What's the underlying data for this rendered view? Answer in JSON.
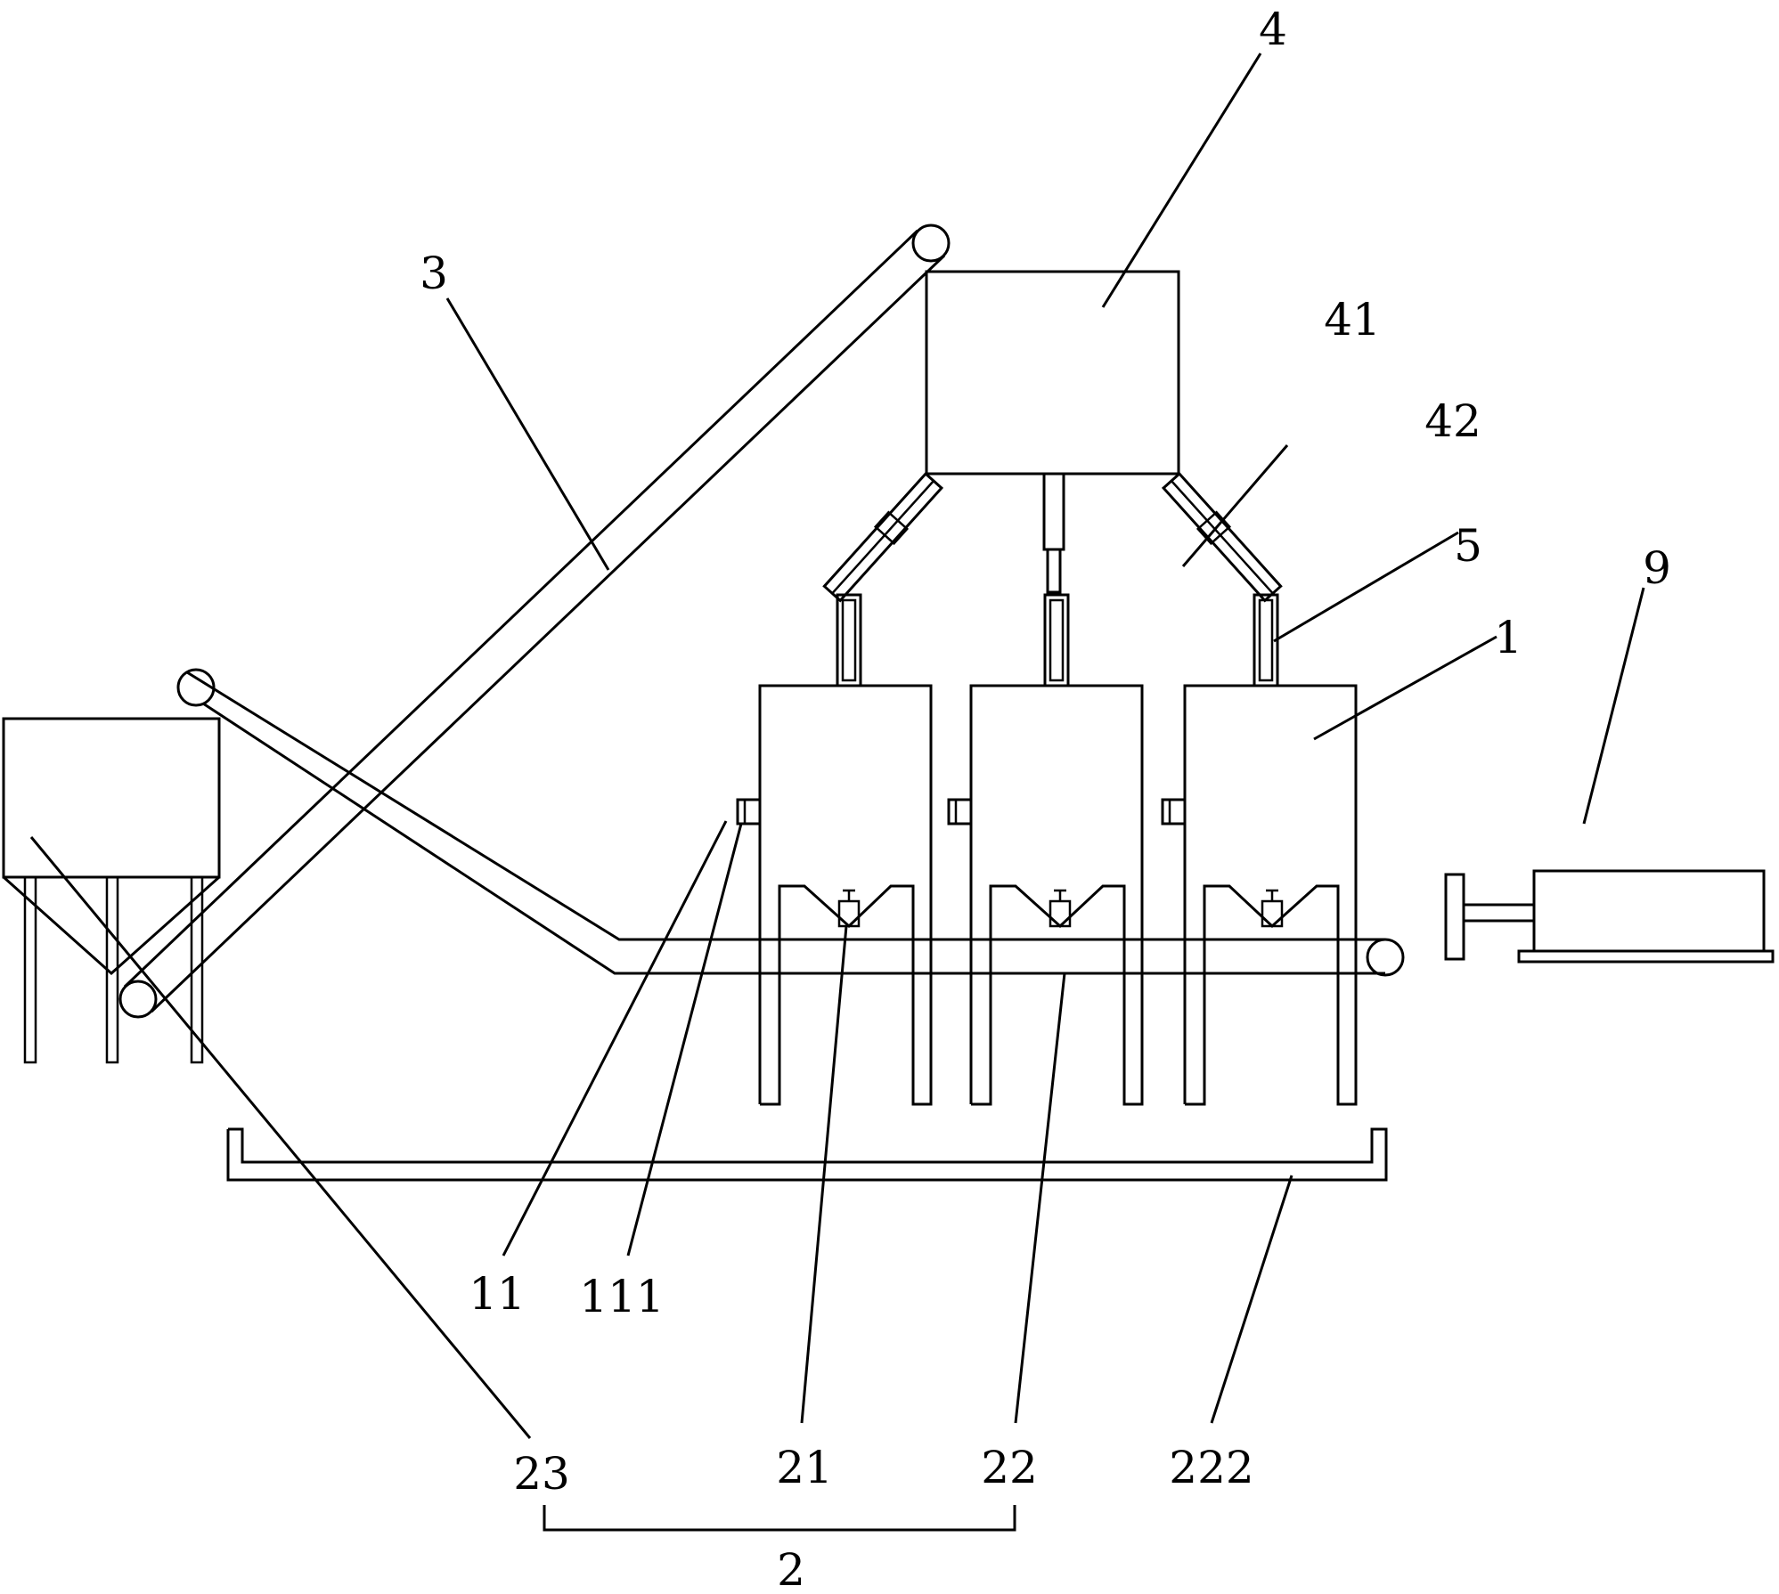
{
  "labels": {
    "l4": "4",
    "l41": "41",
    "l42": "42",
    "l3": "3",
    "l5": "5",
    "l9": "9",
    "l1": "1",
    "l11": "11",
    "l111": "111",
    "l21": "21",
    "l22": "22",
    "l222": "222",
    "l23": "23",
    "l2": "2"
  },
  "colors": {
    "stroke": "#000000",
    "background": "#ffffff"
  }
}
